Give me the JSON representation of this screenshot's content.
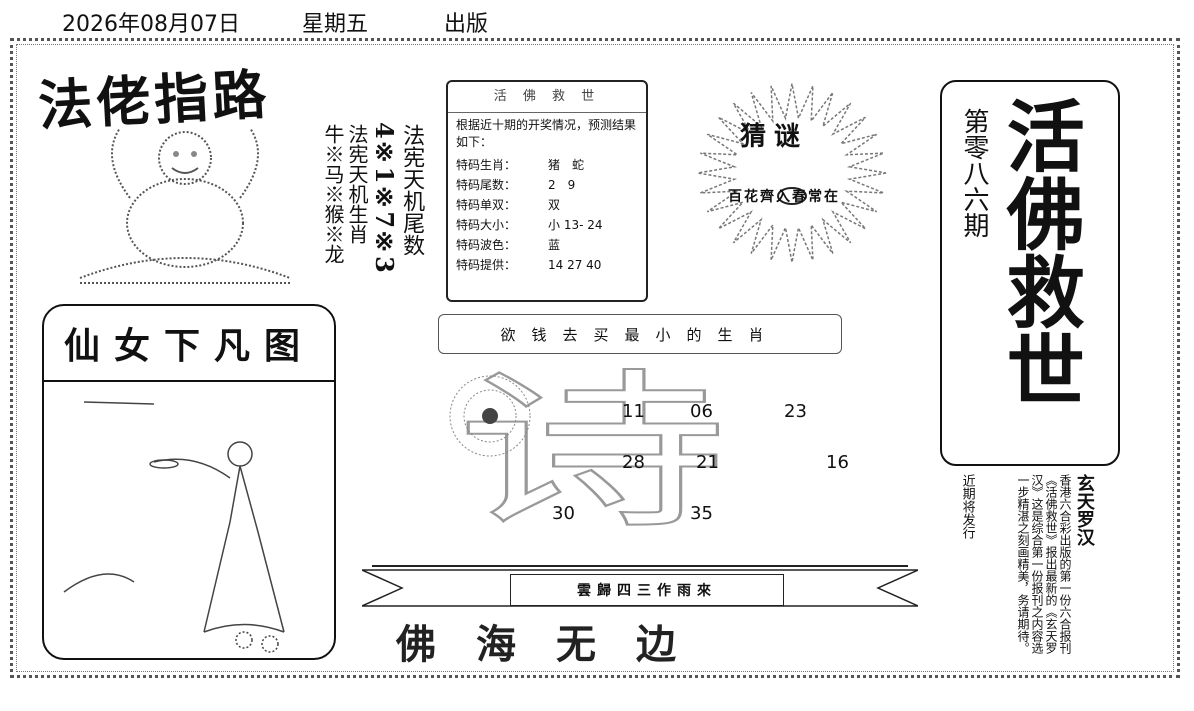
{
  "header": {
    "date": "2026年08月07日",
    "weekday": "星期五",
    "published": "出版"
  },
  "brand": {
    "title": "法佬指路"
  },
  "left_columns": {
    "col1": "法宪天机尾数",
    "col2": "4※1※7※3",
    "col3": "法宪天机生肖",
    "col4": "牛※马※猴※龙"
  },
  "forecast": {
    "heading": "活 佛 救 世",
    "intro": "根据近十期的开奖情况，预测结果如下：",
    "rows": [
      {
        "label": "特码生肖：",
        "value": "猪　蛇"
      },
      {
        "label": "特码尾数：",
        "value": "2　9"
      },
      {
        "label": "特码单双：",
        "value": "双"
      },
      {
        "label": "特码大小：",
        "value": "小 13- 24"
      },
      {
        "label": "特码波色：",
        "value": "蓝"
      },
      {
        "label": "特码提供：",
        "value": "14  27  40"
      }
    ]
  },
  "riddle": {
    "title": "猜谜",
    "text": "百花齊入春常在"
  },
  "slogan": "欲钱去买最小的生肖",
  "poem_hint": "诗",
  "numbers": [
    "11",
    "06",
    "23",
    "28",
    "21",
    "16",
    "30",
    "35"
  ],
  "right_panel": {
    "title": "活佛救世",
    "issue": "第零八六期"
  },
  "left_panel": {
    "title": "仙女下凡图"
  },
  "ribbon": {
    "text": "雲歸四三作雨來"
  },
  "bottom_banner": "佛海无边",
  "right_notes": {
    "col_a": "近期将发行",
    "col_b": "香港六合彩出版的第一份六合报刊《活佛救世》报出最新的《玄天罗汉》这是综合第一份报刊之内容选一步精湛之刻画精美，务请期待。",
    "col_c": "玄天罗汉"
  },
  "colors": {
    "ink": "#111111",
    "paper": "#ffffff",
    "stroke": "#999999"
  }
}
